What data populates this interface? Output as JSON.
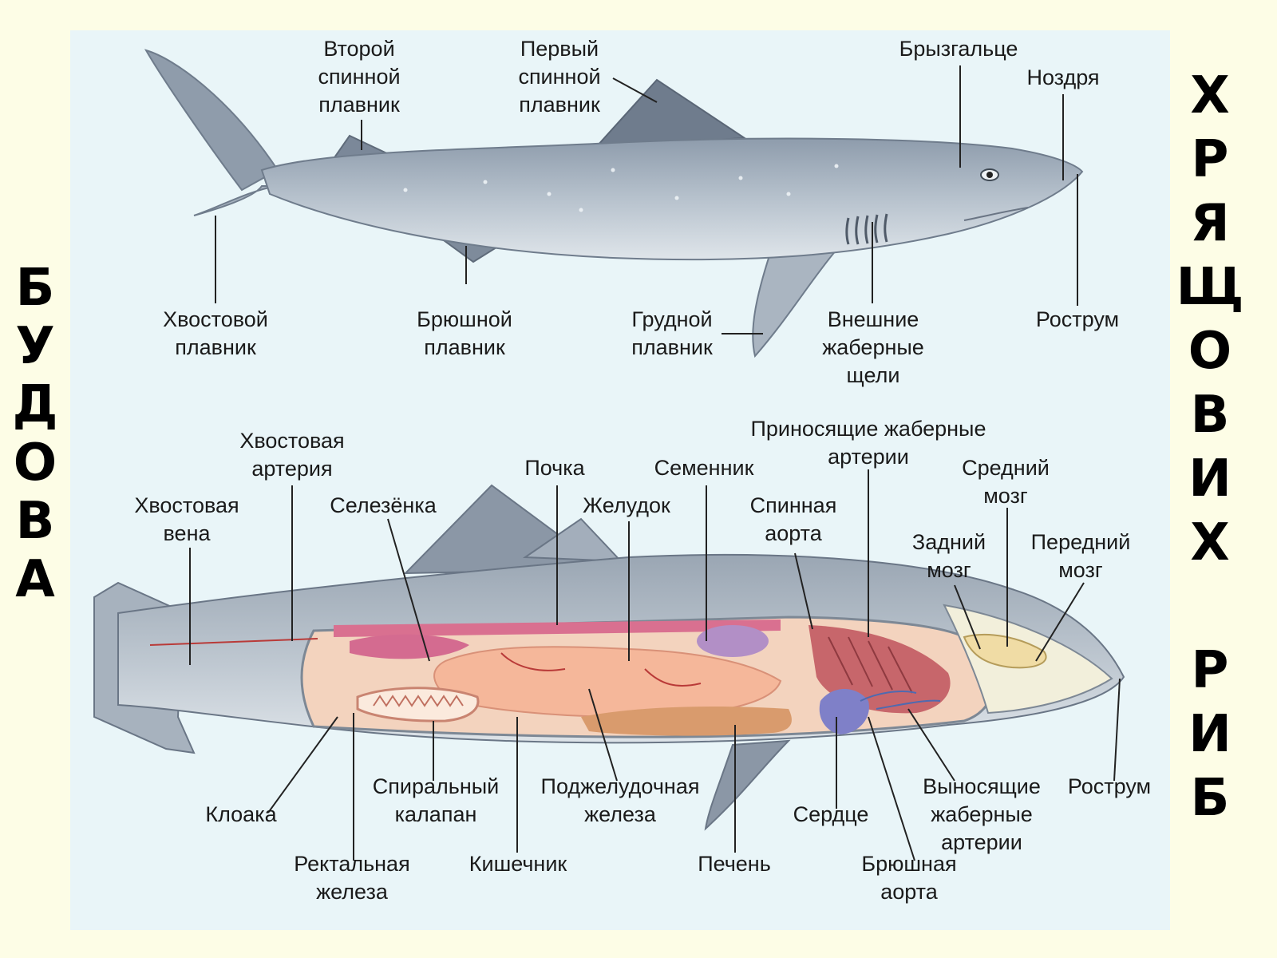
{
  "title": {
    "left": "Б\nУ\nД\nО\nВ\nА",
    "right": "Х\nР\nЯ\nЩ\nО\nВ\nИ\nХ\n\nР\nИ\nБ"
  },
  "external_labels": {
    "second_dorsal": "Второй\nспинной\nплавник",
    "first_dorsal": "Первый\nспинной\nплавник",
    "spiracle": "Брызгальце",
    "nostril": "Ноздря",
    "caudal_fin": "Хвостовой\nплавник",
    "pelvic_fin": "Брюшной\nплавник",
    "pectoral_fin": "Грудной\nплавник",
    "gill_slits": "Внешние\nжаберные\nщели",
    "rostrum": "Рострум"
  },
  "internal_labels": {
    "caudal_vein": "Хвостовая\nвена",
    "caudal_artery": "Хвостовая\nартерия",
    "spleen": "Селезёнка",
    "kidney": "Почка",
    "stomach": "Желудок",
    "testis": "Семенник",
    "afferent_gill_arteries": "Приносящие жаберные\nартерии",
    "dorsal_aorta": "Спинная\nаорта",
    "midbrain": "Средний\nмозг",
    "hindbrain": "Задний\nмозг",
    "forebrain": "Передний\nмозг",
    "cloaca": "Клоака",
    "spiral_valve": "Спиральный\nкалапан",
    "pancreas": "Поджелудочная\nжелеза",
    "heart": "Сердце",
    "efferent_gill_arteries": "Выносящие\nжаберные\nартерии",
    "rostrum": "Рострум",
    "rectal_gland": "Ректальная\nжелеза",
    "intestine": "Кишечник",
    "liver": "Печень",
    "ventral_aorta": "Брюшная\nаорта"
  },
  "colors": {
    "page_bg": "#fdfde6",
    "panel_bg": "#e9f5f8",
    "body": "#b9c4cf",
    "fin": "#8f9cab",
    "stomach": "#f5b79a",
    "kidney": "#d97090",
    "testis": "#b28fc6",
    "gills": "#c7666b",
    "liver": "#d99b6d",
    "heart": "#7f80c8"
  }
}
